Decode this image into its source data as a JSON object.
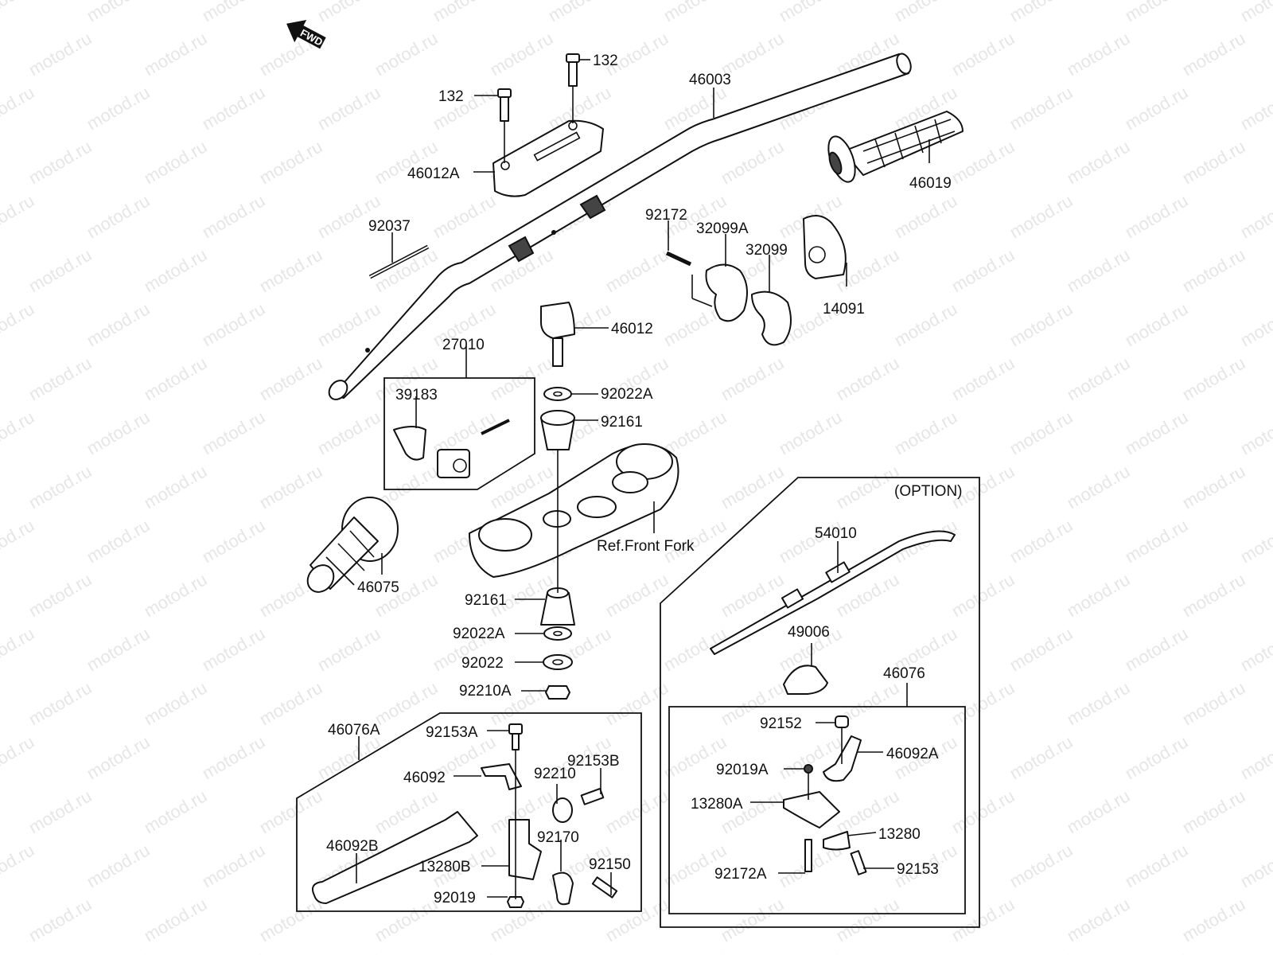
{
  "watermark": "motod.ru",
  "direction_badge": "FWD",
  "option_label": "(OPTION)",
  "reference_note": "Ref.Front Fork",
  "labels": {
    "p132a": "132",
    "p132b": "132",
    "p46003": "46003",
    "p46012A": "46012A",
    "p46019": "46019",
    "p92037": "92037",
    "p92172": "92172",
    "p32099A": "32099A",
    "p32099": "32099",
    "p14091": "14091",
    "p46012": "46012",
    "p27010": "27010",
    "p39183": "39183",
    "p92022A_top": "92022A",
    "p92161_top": "92161",
    "p46075": "46075",
    "p92161_bot": "92161",
    "p92022A_bot": "92022A",
    "p92022": "92022",
    "p92210A": "92210A",
    "p54010": "54010",
    "p49006": "49006",
    "p46076": "46076",
    "p46076A": "46076A",
    "p92153A": "92153A",
    "p46092": "46092",
    "p92210": "92210",
    "p92153B": "92153B",
    "p46092B": "46092B",
    "p92170": "92170",
    "p13280B": "13280B",
    "p92150": "92150",
    "p92019": "92019",
    "p92152": "92152",
    "p92019A": "92019A",
    "p46092A": "46092A",
    "p13280A": "13280A",
    "p13280": "13280",
    "p92172A": "92172A",
    "p92153": "92153"
  }
}
